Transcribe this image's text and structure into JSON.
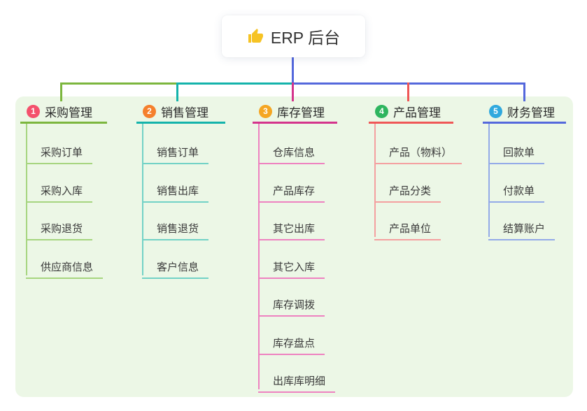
{
  "root": {
    "label": "ERP 后台",
    "icon": "thumbs-up-icon"
  },
  "palette": {
    "panel_bg": "#ecf7e6",
    "root_line": "#5468dc",
    "branch_lines": [
      "#7cb63e",
      "#14b3ab",
      "#d4348c",
      "#ef5757",
      "#5468dc"
    ],
    "child_lines": [
      "#a6d57f",
      "#72d2c6",
      "#ee82c0",
      "#f4a0a0",
      "#93aae8"
    ],
    "badges": [
      "#f4516c",
      "#f5802d",
      "#f5a623",
      "#2eb55f",
      "#30a9de"
    ],
    "thumb_icon": "#f6c324"
  },
  "branches": [
    {
      "number": "1",
      "title": "采购管理",
      "children": [
        "采购订单",
        "采购入库",
        "采购退货",
        "供应商信息"
      ]
    },
    {
      "number": "2",
      "title": "销售管理",
      "children": [
        "销售订单",
        "销售出库",
        "销售退货",
        "客户信息"
      ]
    },
    {
      "number": "3",
      "title": "库存管理",
      "children": [
        "仓库信息",
        "产品库存",
        "其它出库",
        "其它入库",
        "库存调拨",
        "库存盘点",
        "出库库明细"
      ]
    },
    {
      "number": "4",
      "title": "产品管理",
      "children": [
        "产品（物料）",
        "产品分类",
        "产品单位"
      ]
    },
    {
      "number": "5",
      "title": "财务管理",
      "children": [
        "回款单",
        "付款单",
        "结算账户"
      ]
    }
  ]
}
